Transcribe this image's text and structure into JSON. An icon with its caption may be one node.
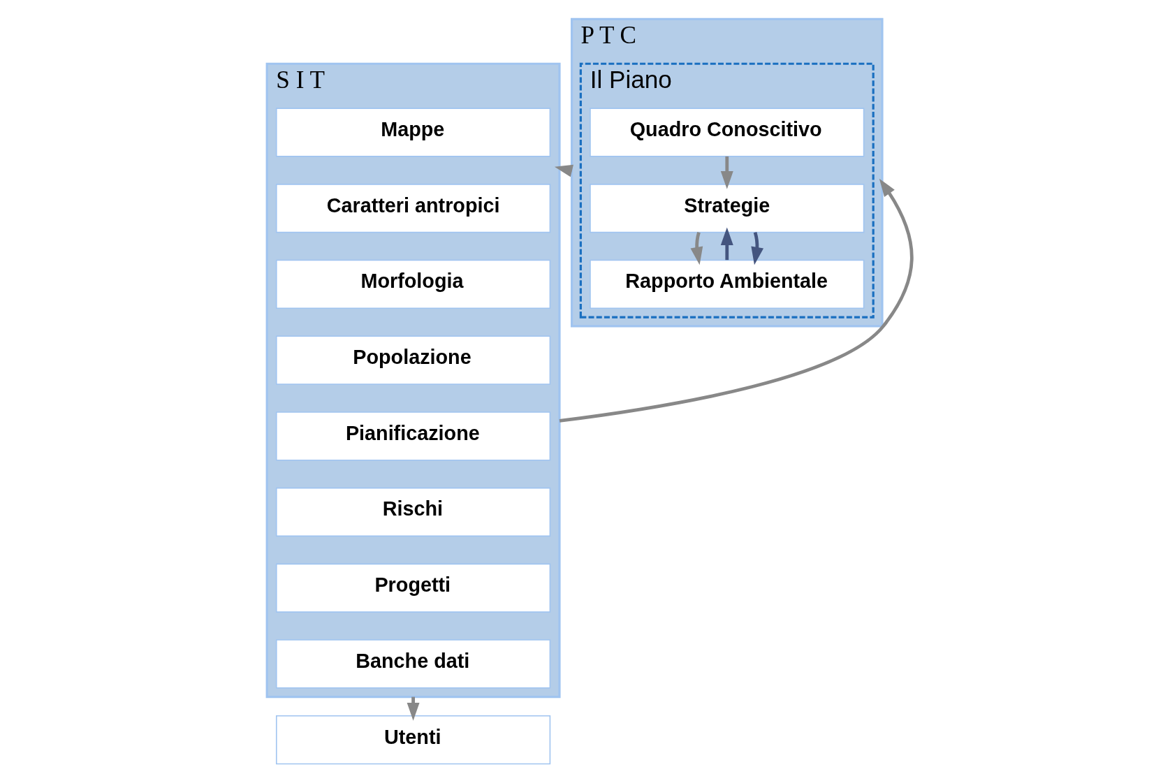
{
  "diagram": {
    "nodes": [
      {
        "text": [
          "S I T"
        ]
      },
      {
        "text": [
          "Mappe"
        ],
        "in": 0
      },
      {
        "text": [
          "Caratteri antropici"
        ],
        "in": 0
      },
      {
        "text": [
          "Morfologia"
        ],
        "in": 0
      },
      {
        "text": [
          "Popolazione"
        ],
        "in": 0
      },
      {
        "text": [
          "Pianificazione"
        ],
        "in": 0
      },
      {
        "text": [
          "Rischi"
        ],
        "in": 0
      },
      {
        "text": [
          "Progetti"
        ],
        "in": 0
      },
      {
        "text": [
          "Banche dati"
        ],
        "in": 0
      },
      {
        "text": [
          "Utenti"
        ]
      },
      {
        "text": [
          "P T C"
        ]
      },
      {
        "text": [
          "Il Piano"
        ],
        "in": 10
      },
      {
        "text": [
          "Quadro Conoscitivo"
        ],
        "in": 11
      },
      {
        "text": [
          "Strategie"
        ],
        "in": 11
      },
      {
        "text": [
          "Rapporto Ambientale"
        ],
        "in": 11
      }
    ],
    "edges": [
      {
        "from": 0,
        "to": 10,
        "arrow": "to"
      },
      {
        "from": 10,
        "to": 0,
        "arrow": "to"
      },
      {
        "from": 0,
        "to": 9,
        "arrow": "to"
      },
      {
        "from": 12,
        "to": 13,
        "arrow": "to"
      },
      {
        "from": 13,
        "to": 14,
        "arrow": "to"
      },
      {
        "from": 14,
        "to": 13,
        "arrow": "to",
        "color": "#44557f"
      },
      {
        "from": 13,
        "to": 14,
        "arrow": "to",
        "color": "#44557f"
      }
    ]
  }
}
